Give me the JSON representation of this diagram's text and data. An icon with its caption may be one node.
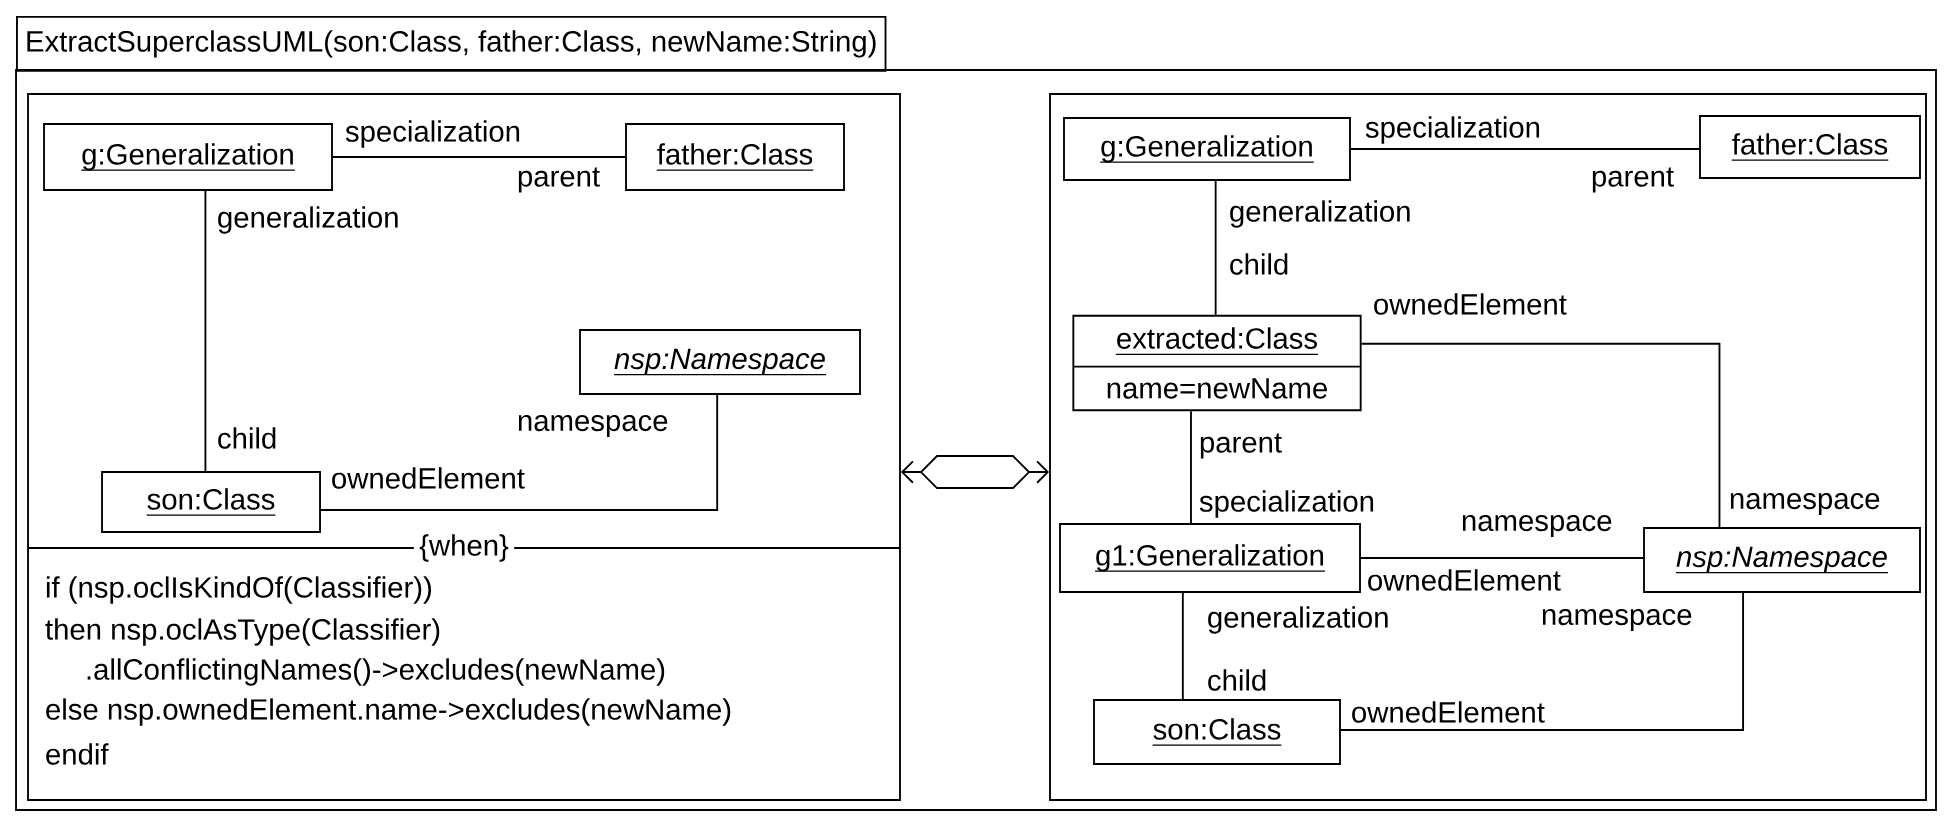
{
  "diagram": {
    "nodes": [
      {
        "text": [
          "ExtractSuperclassUML(son:Class, father:Class, newName:String)"
        ]
      },
      {
        "text": [
          "{when}",
          "if (nsp.oclIsKindOf(Classifier))",
          "then nsp.oclAsType(Classifier)",
          ".allConflictingNames()->excludes(newName)",
          "else nsp.ownedElement.name->excludes(newName)",
          "endif"
        ],
        "in": 0
      },
      {
        "text": [
          "g:Generalization"
        ],
        "in": 1
      },
      {
        "text": [
          "father:Class"
        ],
        "in": 1
      },
      {
        "text": [
          "nsp:Namespace"
        ],
        "in": 1
      },
      {
        "text": [
          "son:Class"
        ],
        "in": 1
      },
      {
        "text": [],
        "shape": "box",
        "in": 0
      },
      {
        "text": [
          "g:Generalization"
        ],
        "in": 6
      },
      {
        "text": [
          "father:Class"
        ],
        "in": 6
      },
      {
        "text": [
          "extracted:Class",
          "name=newName"
        ],
        "in": 6
      },
      {
        "text": [
          "g1:Generalization"
        ],
        "in": 6
      },
      {
        "text": [
          "nsp:Namespace"
        ],
        "in": 6
      },
      {
        "text": [
          "son:Class"
        ],
        "in": 6
      }
    ],
    "edges": [
      {
        "from": 2,
        "to": 3,
        "arrow": "none"
      },
      {
        "from": 2,
        "to": 5,
        "arrow": "none"
      },
      {
        "from": 5,
        "to": 4,
        "arrow": "none"
      },
      {
        "from": 7,
        "to": 8,
        "arrow": "none"
      },
      {
        "from": 7,
        "to": 9,
        "arrow": "none"
      },
      {
        "from": 9,
        "to": 11,
        "arrow": "none"
      },
      {
        "from": 9,
        "to": 10,
        "arrow": "none"
      },
      {
        "from": 10,
        "to": 11,
        "arrow": "none"
      },
      {
        "from": 10,
        "to": 12,
        "arrow": "none"
      },
      {
        "from": 12,
        "to": 11,
        "arrow": "none"
      },
      {
        "from": 1,
        "to": 6,
        "arrow": "both"
      }
    ],
    "labels": [
      "specialization",
      "parent",
      "generalization",
      "child",
      "namespace",
      "ownedElement",
      "specialization",
      "parent",
      "generalization",
      "child",
      "ownedElement",
      "parent",
      "specialization",
      "namespace",
      "namespace",
      "ownedElement",
      "generalization",
      "namespace",
      "child",
      "ownedElement"
    ]
  }
}
